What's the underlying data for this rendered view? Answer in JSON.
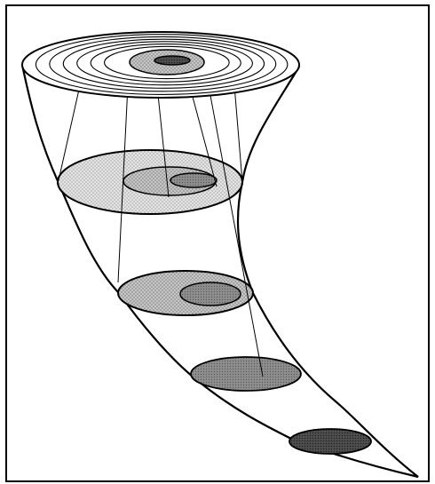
{
  "diagram": {
    "subject": "cone-with-cross-sections",
    "ring_count": 7,
    "cross_section_count": 4,
    "colors": {
      "frame": "#000000",
      "background": "#ffffff",
      "cone_fill": "#ffffff",
      "section_1_outer": "#e2e2e2",
      "section_1_mid": "#cfcfcf",
      "section_1_inner": "#a9a9a9",
      "section_2_outer": "#c4c4c4",
      "section_2_inner": "#8c8c8c",
      "section_3": "#8a8a8a",
      "section_4": "#4a4a4a",
      "top_mid_ring": "#bdbdbd",
      "top_core": "#555555"
    }
  }
}
